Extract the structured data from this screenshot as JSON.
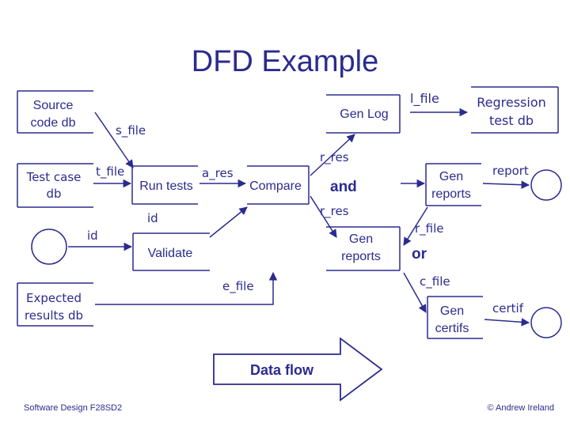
{
  "title": "DFD Example",
  "colors": {
    "ink": "#2b2b8f",
    "background": "#ffffff"
  },
  "stores": {
    "source_code": [
      "Source",
      "code db"
    ],
    "test_case": [
      "Test case",
      "db"
    ],
    "expected_results": [
      "Expected",
      "results db"
    ],
    "regression_test": [
      "Regression",
      "test db"
    ]
  },
  "processes": {
    "run_tests": "Run tests",
    "compare": "Compare",
    "validate": "Validate",
    "gen_log": "Gen Log",
    "gen_reports_upper": [
      "Gen",
      "reports"
    ],
    "gen_reports_lower": [
      "Gen",
      "reports"
    ],
    "gen_certifs": [
      "Gen",
      "certifs"
    ]
  },
  "flows": {
    "s_file": "s_file",
    "t_file": "t_file",
    "a_res": "a_res",
    "r_res_upper": "r_res",
    "r_res_lower": "r_res",
    "id_left": "id",
    "id_center": "id",
    "e_file": "e_file",
    "l_file": "l_file",
    "r_file": "r_file",
    "c_file": "c_file",
    "report": "report",
    "certif": "certif"
  },
  "connectors": {
    "and": "and",
    "or": "or"
  },
  "banner": {
    "data_flow": "Data flow"
  },
  "footer": {
    "left": "Software Design F28SD2",
    "right": "© Andrew Ireland"
  }
}
